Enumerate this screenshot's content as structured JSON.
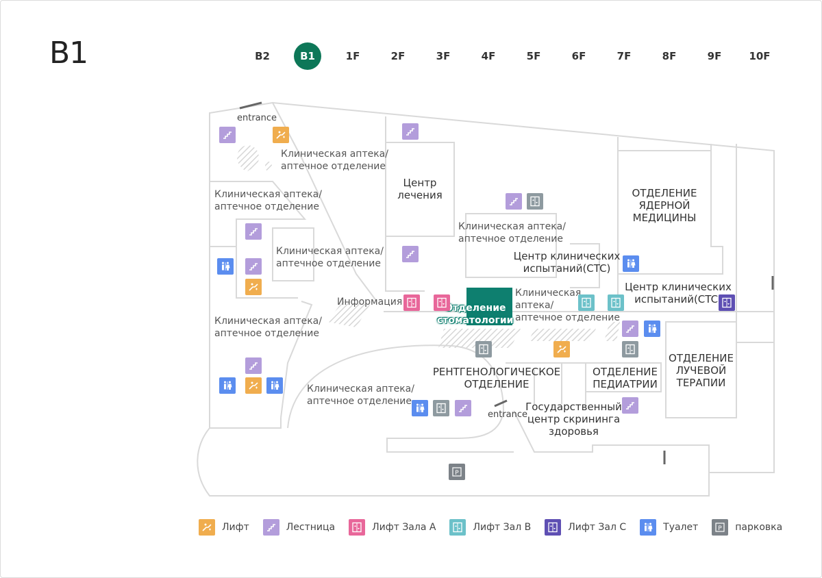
{
  "floor_title": "B1",
  "floors": [
    "B2",
    "B1",
    "1F",
    "2F",
    "3F",
    "4F",
    "5F",
    "6F",
    "7F",
    "8F",
    "9F",
    "10F"
  ],
  "active_floor": "B1",
  "colors": {
    "accent": "#0d7758",
    "dental": "#0e7f6f",
    "escalator": "#f0ad4e",
    "stairs": "#b39ddb",
    "elevator_a": "#e8679a",
    "elevator_b": "#6cc1c9",
    "elevator_c": "#5e4fb3",
    "toilet": "#5b8def",
    "parking": "#7c8288",
    "elevator_gray": "#8e9aa0"
  },
  "map_labels": {
    "entrance_top": "entrance",
    "entrance_bottom": "entrance",
    "pharmacy_1": "Клиническая аптека/\nаптечное отделение",
    "pharmacy_2": "Клиническая аптека/\nаптечное отделение",
    "pharmacy_3": "Клиническая аптека/\nаптечное отделение",
    "pharmacy_4": "Клиническая аптека/\nаптечное отделение",
    "pharmacy_5": "Клиническая аптека/\nаптечное отделение",
    "pharmacy_6": "Клиническая аптека/\nаптечное отделение",
    "pharmacy_7": "Клиническая\nаптека/\nаптечное отделение",
    "treatment_center": "Центр\nлечения",
    "nuclear_medicine": "ОТДЕЛЕНИЕ\nЯДЕРНОЙ\nМЕДИЦИНЫ",
    "ctc_1": "Центр клинических\nиспытаний(CTC)",
    "ctc_2": "Центр клинических\nиспытаний(CTC)",
    "information": "Информация",
    "dentistry": "Отделение\nстоматологии",
    "radiology": "РЕНТГЕНОЛОГИЧЕСКОЕ\nОТДЕЛЕНИЕ",
    "pediatrics": "ОТДЕЛЕНИЕ\nПЕДИАТРИИ",
    "radiation_therapy": "ОТДЕЛЕНИЕ\nЛУЧЕВОЙ\nТЕРАПИИ",
    "screening_center": "Государственный\nцентр скрининга\nздоровья"
  },
  "legend": [
    {
      "icon": "escalator-icon",
      "label": "Лифт",
      "color": "#f0ad4e"
    },
    {
      "icon": "stairs-icon",
      "label": "Лестница",
      "color": "#b39ddb"
    },
    {
      "icon": "elevator-a-icon",
      "label": "Лифт Зала A",
      "color": "#e8679a"
    },
    {
      "icon": "elevator-b-icon",
      "label": "Лифт Зал B",
      "color": "#6cc1c9"
    },
    {
      "icon": "elevator-c-icon",
      "label": "Лифт Зал C",
      "color": "#5e4fb3"
    },
    {
      "icon": "toilet-icon",
      "label": "Туалет",
      "color": "#5b8def"
    },
    {
      "icon": "parking-icon",
      "label": "парковка",
      "color": "#7c8288"
    }
  ]
}
